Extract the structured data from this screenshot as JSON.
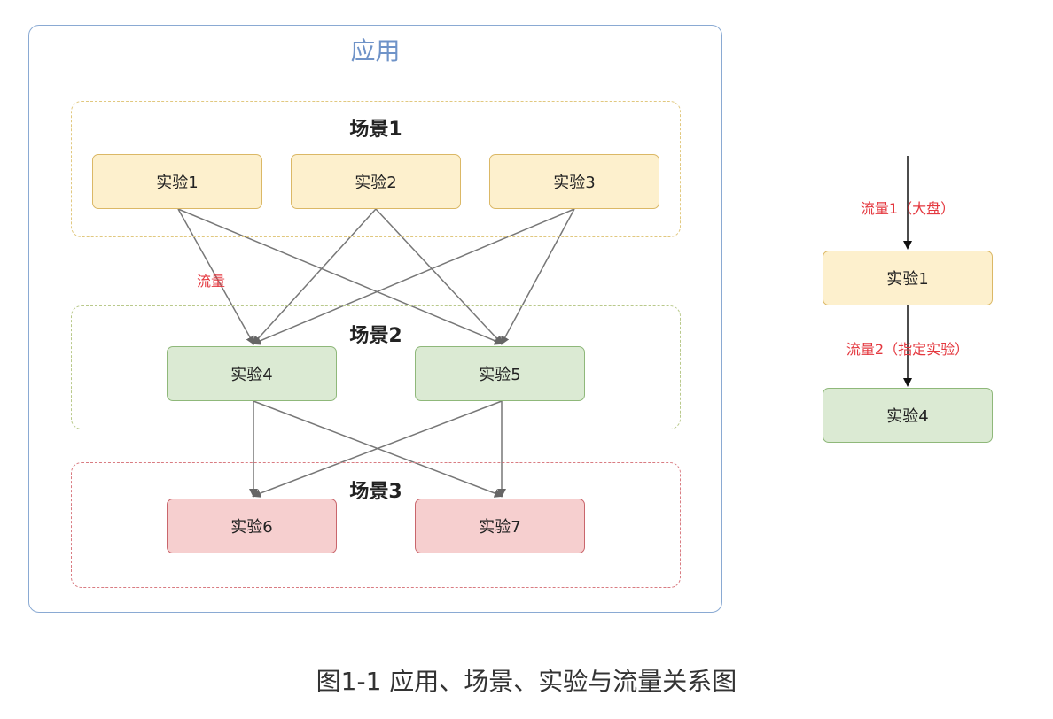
{
  "app": {
    "title": "应用"
  },
  "scenes": [
    {
      "title": "场景1"
    },
    {
      "title": "场景2"
    },
    {
      "title": "场景3"
    }
  ],
  "experiments": {
    "exp1": "实验1",
    "exp2": "实验2",
    "exp3": "实验3",
    "exp4": "实验4",
    "exp5": "实验5",
    "exp6": "实验6",
    "exp7": "实验7"
  },
  "flow_label": "流量",
  "side": {
    "traffic1_label": "流量1（大盘）",
    "exp_top": "实验1",
    "traffic2_label": "流量2（指定实验）",
    "exp_bottom": "实验4"
  },
  "caption": "图1-1 应用、场景、实验与流量关系图",
  "colors": {
    "app_border": "#8aaad3",
    "scene1_border": "#e1c87f",
    "scene2_border": "#b9c98b",
    "scene3_border": "#d97c82",
    "yellow_fill": "#fdf0cd",
    "green_fill": "#dbead3",
    "red_fill": "#f6cfcf",
    "label_red": "#e4383f"
  }
}
